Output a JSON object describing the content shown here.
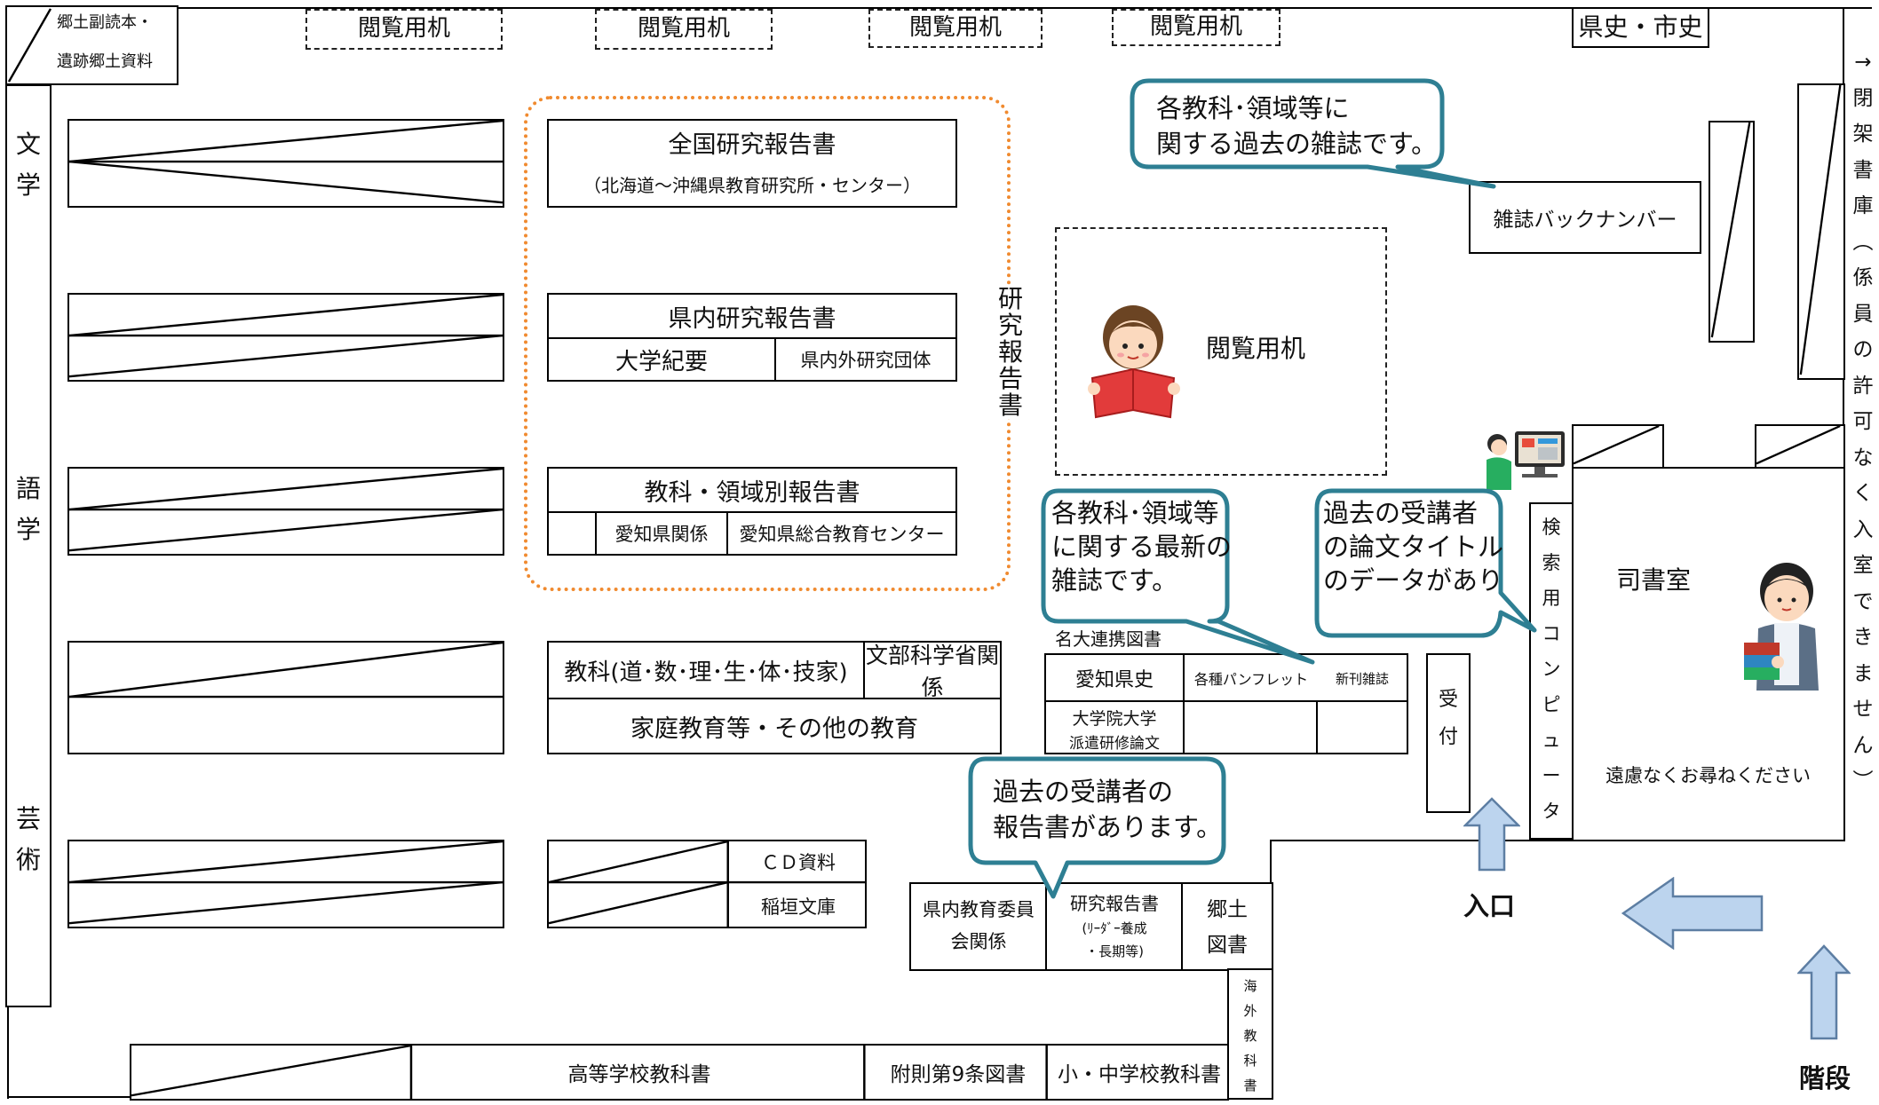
{
  "colors": {
    "wall": "#000000",
    "callout_border": "#2e7f93",
    "arrow_fill": "#bcd4ee",
    "arrow_border": "#5d7ea3",
    "research_box": "#f08a2f"
  },
  "top": {
    "local_supplement_line1": "郷土副読本・",
    "local_supplement_line2": "遺跡郷土資料",
    "desks": [
      "閲覧用机",
      "閲覧用机",
      "閲覧用机",
      "閲覧用机"
    ],
    "prefecture_city_history": "県史・市史"
  },
  "left_wall": {
    "literature": [
      "文",
      "学"
    ],
    "linguistics": [
      "語",
      "学"
    ],
    "arts": [
      "芸",
      "術"
    ]
  },
  "research": {
    "national_title": "全国研究報告書",
    "national_sub": "（北海道～沖縄県教育研究所・センター）",
    "prefecture_title": "県内研究報告書",
    "university_bulletin": "大学紀要",
    "research_groups": "県内外研究団体",
    "subject_title": "教科・領域別報告書",
    "aichi": "愛知県関係",
    "aichi_center": "愛知県総合教育センター",
    "group_label": [
      "研",
      "究",
      "報",
      "告",
      "書"
    ]
  },
  "reading_desk": "閲覧用机",
  "subjects": {
    "subjects_label": "教科(道･数･理･生･体･技家)",
    "mext": "文部科学省関係",
    "home_education": "家庭教育等・その他の教育"
  },
  "magazines": {
    "nagoya_label": "名大連携図書",
    "aichi_history": "愛知県史",
    "pamphlets": "各種パンフレット",
    "new_magazines": "新刊雑誌",
    "grad_line1": "大学院大学",
    "grad_line2": "派遣研修論文",
    "back_numbers": "雑誌バックナンバー"
  },
  "small_shelf": {
    "cd": "ＣＤ資料",
    "inagaki": "稲垣文庫"
  },
  "bottom": {
    "board_line1": "県内教育委員",
    "board_line2": "会関係",
    "reports_line1": "研究報告書",
    "reports_line2": "(ﾘｰﾀﾞｰ養成",
    "reports_line3": "・長期等)",
    "local_books_line1": "郷土",
    "local_books_line2": "図書",
    "foreign_textbooks": [
      "海",
      "外",
      "教",
      "科",
      "書"
    ],
    "high_school_textbooks": "高等学校教科書",
    "article9_books": "附則第9条図書",
    "elementary_textbooks": "小・中学校教科書"
  },
  "reception": [
    "受",
    "付"
  ],
  "search_computer": [
    "検",
    "索",
    "用",
    "コ",
    "ン",
    "ピ",
    "ュ",
    "ー",
    "タ"
  ],
  "librarian_room": {
    "title": "司書室",
    "note": "遠慮なくお尋ねください"
  },
  "closed_stacks": [
    "→",
    "閉",
    "架",
    "書",
    "庫",
    "︵",
    "係",
    "員",
    "の",
    "許",
    "可",
    "な",
    "く",
    "入",
    "室",
    "で",
    "き",
    "ま",
    "せ",
    "ん",
    "︶"
  ],
  "entrance": "入口",
  "stairs": "階段",
  "callouts": {
    "past_magazines_l1": "各教科･領域等に",
    "past_magazines_l2": "関する過去の雑誌です。",
    "latest_magazines_l1": "各教科･領域等",
    "latest_magazines_l2": "に関する最新の",
    "latest_magazines_l3": "雑誌です。",
    "thesis_data_l1": "過去の受講者",
    "thesis_data_l2": "の論文タイトル",
    "thesis_data_l3": "のデータがあり",
    "reports_l1": "過去の受講者の",
    "reports_l2": "報告書があります。"
  },
  "icons": [
    "reading-girl-icon",
    "librarian-icon",
    "computer-user-icon",
    "entrance-arrow-icon",
    "stairs-arrow-icon"
  ]
}
